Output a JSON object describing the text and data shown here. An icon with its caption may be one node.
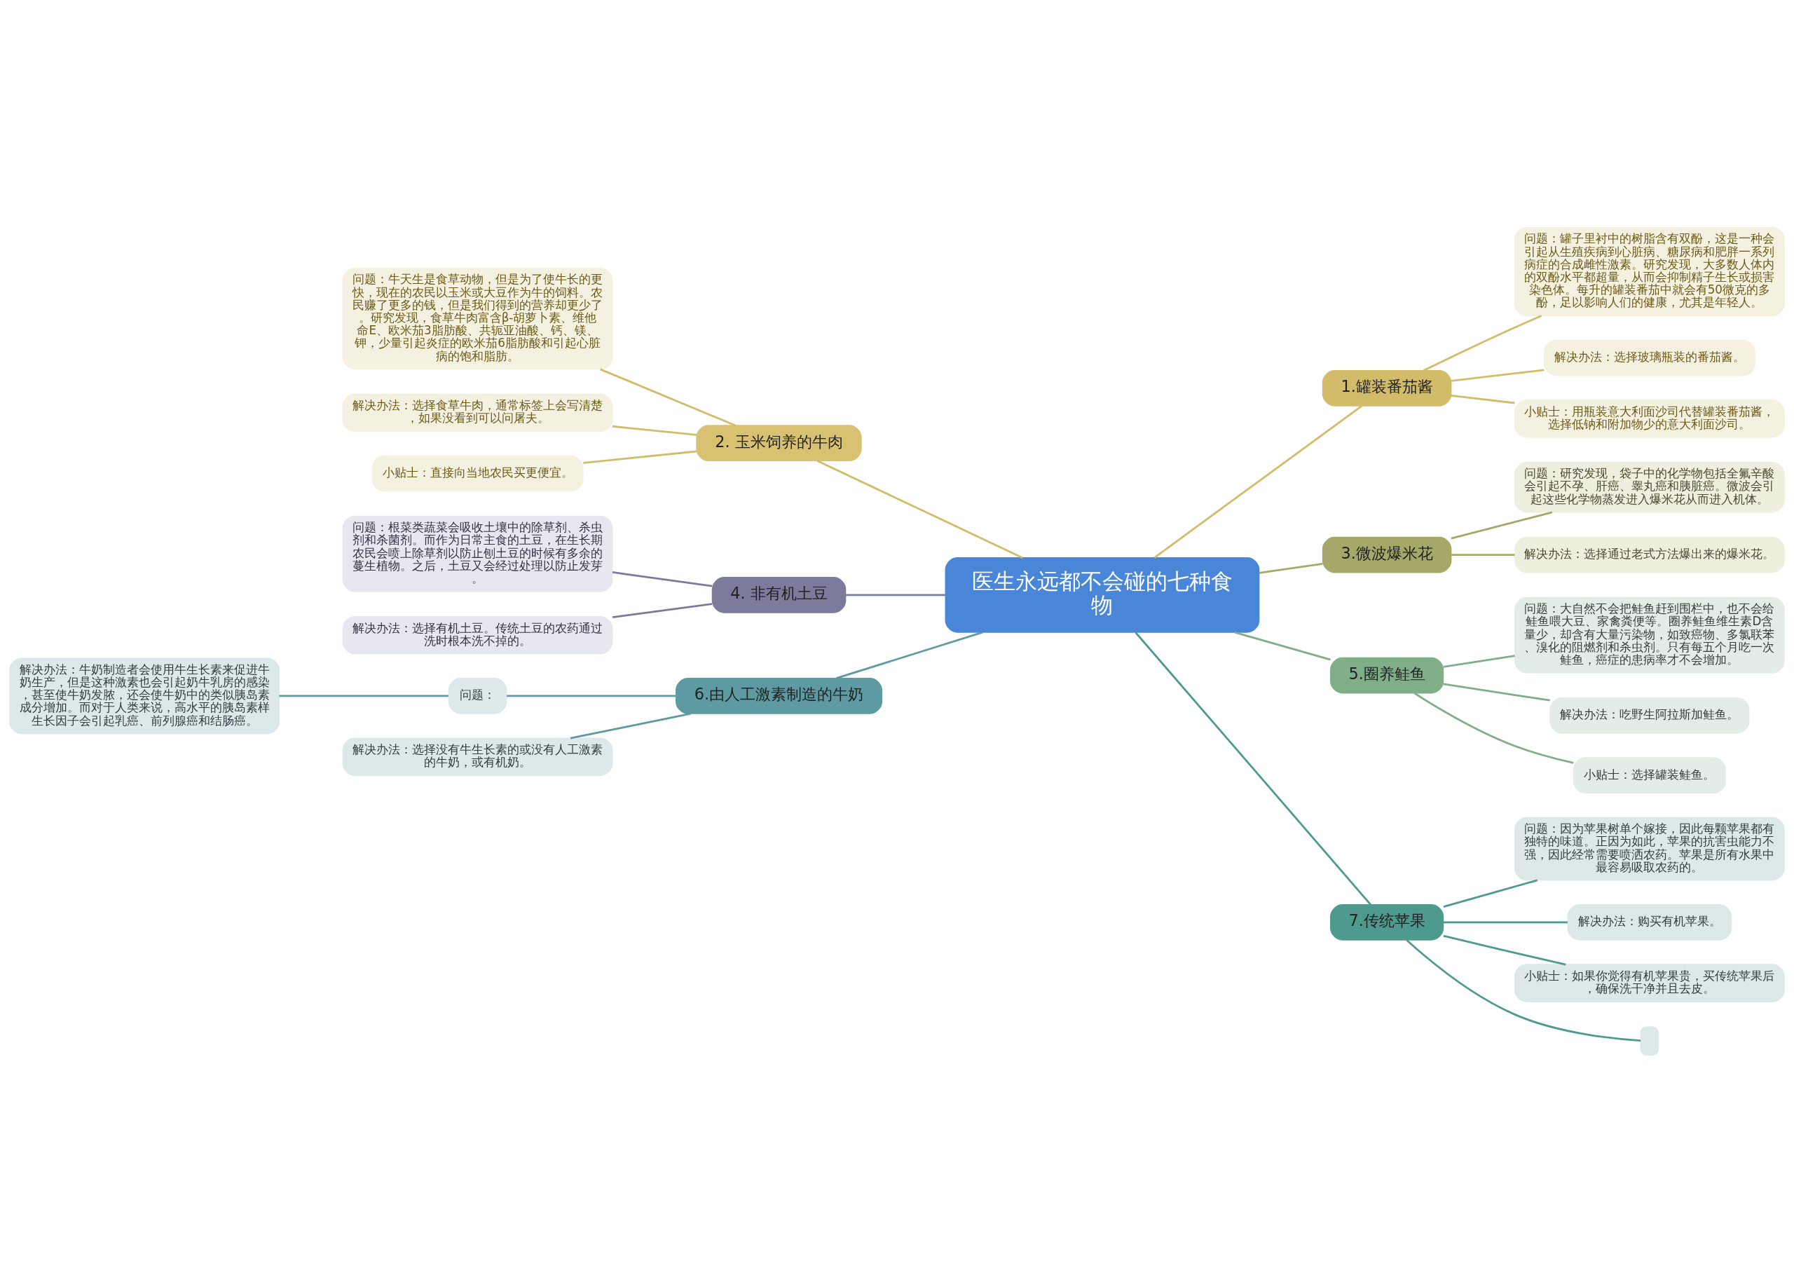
{
  "diagram": {
    "nodes": [
      {
        "text": [
          "医生永远都不会碰的七种食物"
        ]
      },
      {
        "text": [
          "1.罐装番茄酱"
        ]
      },
      {
        "text": [
          "问题：罐子里衬中的树脂含有双酚，这是一种会引起从生殖疾病到心脏病、糖尿病和肥胖一系列病症的合成雌性激素。研究发现，大多数人体内的双酚水平都超量，从而会抑制精子生长或损害染色体。每升的罐装番茄中就会有50微克的多酚，足以影响人们的健康，尤其是年轻人。"
        ]
      },
      {
        "text": [
          "解决办法：选择玻璃瓶装的番茄酱。"
        ]
      },
      {
        "text": [
          "小贴士：用瓶装意大利面沙司代替罐装番茄酱，选择低钠和附加物少的意大利面沙司。"
        ]
      },
      {
        "text": [
          "2. 玉米饲养的牛肉"
        ]
      },
      {
        "text": [
          "问题：牛天生是食草动物，但是为了使牛长的更快，现在的农民以玉米或大豆作为牛的饲料。农民赚了更多的钱，但是我们得到的营养却更少了。研究发现，食草牛肉富含β-胡萝卜素、维他命E、欧米茄3脂肪酸、共轭亚油酸、钙、镁、钾，少量引起炎症的欧米茄6脂肪酸和引起心脏病的饱和脂肪。"
        ]
      },
      {
        "text": [
          "解决办法：选择食草牛肉，通常标签上会写清楚，如果没看到可以问屠夫。"
        ]
      },
      {
        "text": [
          "小贴士：直接向当地农民买更便宜。"
        ]
      },
      {
        "text": [
          "3.微波爆米花"
        ]
      },
      {
        "text": [
          "问题：研究发现，袋子中的化学物包括全氟辛酸会引起不孕、肝癌、睾丸癌和胰脏癌。微波会引起这些化学物蒸发进入爆米花从而进入机体。"
        ]
      },
      {
        "text": [
          "解决办法：选择通过老式方法爆出来的爆米花。"
        ]
      },
      {
        "text": [
          "4. 非有机土豆"
        ]
      },
      {
        "text": [
          "问题：根菜类蔬菜会吸收土壤中的除草剂、杀虫剂和杀菌剂。而作为日常主食的土豆，在生长期农民会喷上除草剂以防止刨土豆的时候有多余的蔓生植物。之后，土豆又会经过处理以防止发芽。"
        ]
      },
      {
        "text": [
          "解决办法：选择有机土豆。传统土豆的农药通过洗时根本洗不掉的。"
        ]
      },
      {
        "text": [
          "5.圈养鲑鱼"
        ]
      },
      {
        "text": [
          "问题：大自然不会把鲑鱼赶到围栏中，也不会给鲑鱼喂大豆、家禽粪便等。圈养鲑鱼维生素D含量少，却含有大量污染物，如致癌物、多氯联苯、溴化的阻燃剂和杀虫剂。只有每五个月吃一次鲑鱼，癌症的患病率才不会增加。"
        ]
      },
      {
        "text": [
          "解决办法：吃野生阿拉斯加鲑鱼。"
        ]
      },
      {
        "text": [
          "小贴士：选择罐装鲑鱼。"
        ]
      },
      {
        "text": [
          "6.由人工激素制造的牛奶"
        ]
      },
      {
        "text": [
          "问题："
        ]
      },
      {
        "text": [
          "解决办法：牛奶制造者会使用牛生长素来促进牛奶生产，但是这种激素也会引起奶牛乳房的感染，甚至使牛奶发脓，还会使牛奶中的类似胰岛素成分增加。而对于人类来说，高水平的胰岛素样生长因子会引起乳癌、前列腺癌和结肠癌。"
        ]
      },
      {
        "text": [
          "解决办法：选择没有牛生长素的或没有人工激素的牛奶，或有机奶。"
        ]
      },
      {
        "text": [
          "7.传统苹果"
        ]
      },
      {
        "text": [
          "问题：因为苹果树单个嫁接，因此每颗苹果都有独特的味道。正因为如此，苹果的抗害虫能力不强，因此经常需要喷洒农药。苹果是所有水果中最容易吸取农药的。"
        ]
      },
      {
        "text": [
          "解决办法：购买有机苹果。"
        ]
      },
      {
        "text": [
          "小贴士：如果你觉得有机苹果贵，买传统苹果后，确保洗干净并且去皮。"
        ]
      },
      {
        "text": [],
        "shape": "box"
      }
    ],
    "edges": [
      {
        "from": 0,
        "to": 1,
        "arrow": "none",
        "color": "#d2bc6a"
      },
      {
        "from": 1,
        "to": 2,
        "arrow": "none",
        "color": "#d2bc6a"
      },
      {
        "from": 1,
        "to": 3,
        "arrow": "none",
        "color": "#d2bc6a"
      },
      {
        "from": 1,
        "to": 4,
        "arrow": "none",
        "color": "#d2bc6a"
      },
      {
        "from": 0,
        "to": 5,
        "arrow": "none",
        "color": "#d2bc6a"
      },
      {
        "from": 5,
        "to": 6,
        "arrow": "none",
        "color": "#d2bc6a"
      },
      {
        "from": 5,
        "to": 7,
        "arrow": "none",
        "color": "#d2bc6a"
      },
      {
        "from": 5,
        "to": 8,
        "arrow": "none",
        "color": "#d2bc6a"
      },
      {
        "from": 0,
        "to": 9,
        "arrow": "none",
        "color": "#a6a86a"
      },
      {
        "from": 9,
        "to": 10,
        "arrow": "none",
        "color": "#a6a86a"
      },
      {
        "from": 9,
        "to": 11,
        "arrow": "none",
        "color": "#a6a86a"
      },
      {
        "from": 0,
        "to": 12,
        "arrow": "none",
        "color": "#7d7b9b"
      },
      {
        "from": 12,
        "to": 13,
        "arrow": "none",
        "color": "#7d7b9b"
      },
      {
        "from": 12,
        "to": 14,
        "arrow": "none",
        "color": "#7d7b9b"
      },
      {
        "from": 0,
        "to": 15,
        "arrow": "none",
        "color": "#7fae88"
      },
      {
        "from": 15,
        "to": 16,
        "arrow": "none",
        "color": "#7fae88"
      },
      {
        "from": 15,
        "to": 17,
        "arrow": "none",
        "color": "#7fae88"
      },
      {
        "from": 15,
        "to": 18,
        "arrow": "none",
        "color": "#7fae88"
      },
      {
        "from": 0,
        "to": 19,
        "arrow": "none",
        "color": "#5d9aa1"
      },
      {
        "from": 19,
        "to": 20,
        "arrow": "none",
        "color": "#5d9aa1"
      },
      {
        "from": 20,
        "to": 21,
        "arrow": "none",
        "color": "#5d9aa1"
      },
      {
        "from": 19,
        "to": 22,
        "arrow": "none",
        "color": "#5d9aa1"
      },
      {
        "from": 0,
        "to": 23,
        "arrow": "none",
        "color": "#4e9a8e"
      },
      {
        "from": 23,
        "to": 24,
        "arrow": "none",
        "color": "#4e9a8e"
      },
      {
        "from": 23,
        "to": 25,
        "arrow": "none",
        "color": "#4e9a8e"
      },
      {
        "from": 23,
        "to": 26,
        "arrow": "none",
        "color": "#4e9a8e"
      },
      {
        "from": 23,
        "to": 27,
        "arrow": "none",
        "color": "#4e9a8e"
      }
    ]
  }
}
